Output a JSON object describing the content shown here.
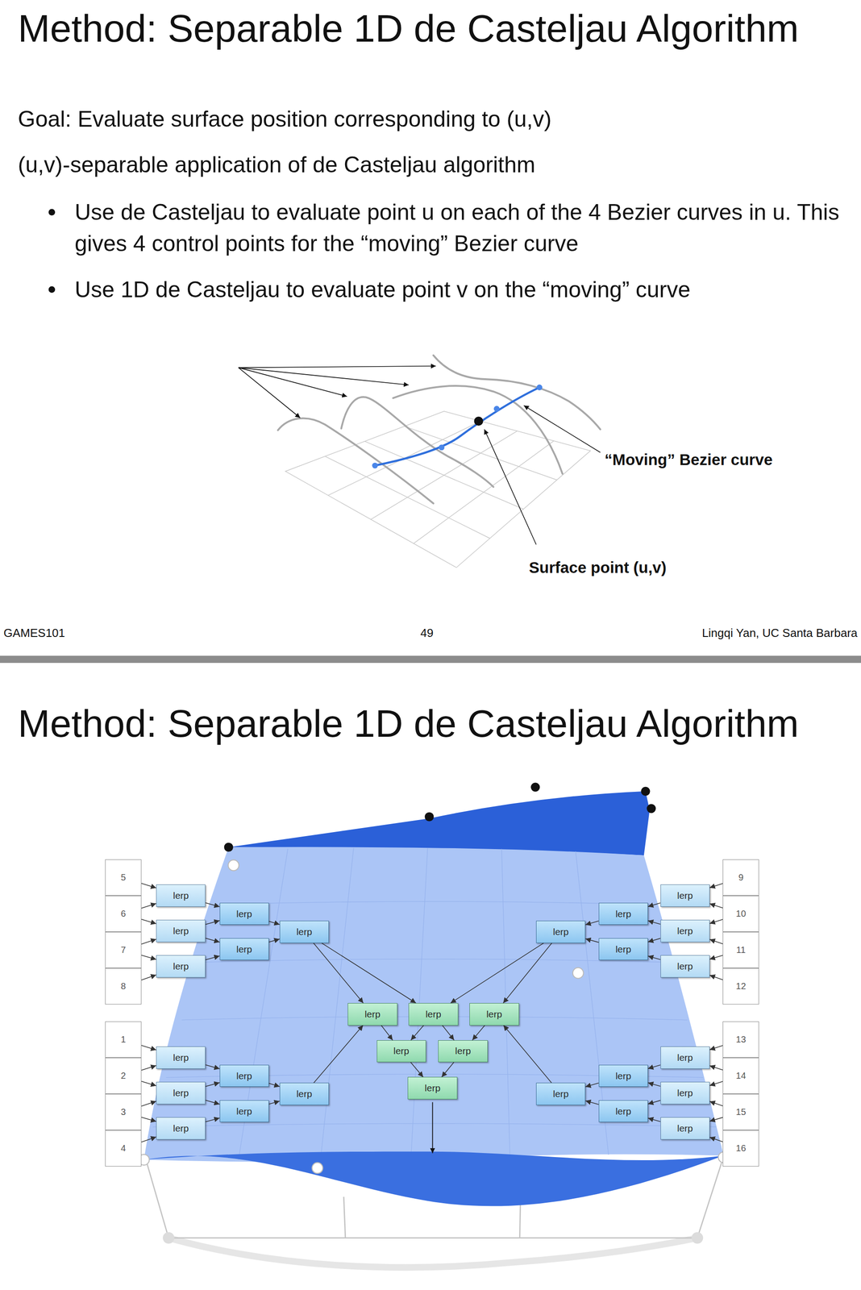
{
  "diagram": {
    "title": "Method: Separable 1D de Casteljau Algorithm",
    "nodes": [
      {
        "text": [
          "5"
        ]
      },
      {
        "text": [
          "6"
        ]
      },
      {
        "text": [
          "7"
        ]
      },
      {
        "text": [
          "8"
        ]
      },
      {
        "text": [
          "lerp"
        ]
      },
      {
        "text": [
          "lerp"
        ]
      },
      {
        "text": [
          "lerp"
        ]
      },
      {
        "text": [
          "lerp"
        ]
      },
      {
        "text": [
          "lerp"
        ]
      },
      {
        "text": [
          "lerp"
        ]
      },
      {
        "text": [
          "9"
        ]
      },
      {
        "text": [
          "10"
        ]
      },
      {
        "text": [
          "11"
        ]
      },
      {
        "text": [
          "12"
        ]
      },
      {
        "text": [
          "lerp"
        ]
      },
      {
        "text": [
          "lerp"
        ]
      },
      {
        "text": [
          "lerp"
        ]
      },
      {
        "text": [
          "lerp"
        ]
      },
      {
        "text": [
          "lerp"
        ]
      },
      {
        "text": [
          "lerp"
        ]
      },
      {
        "text": [
          "lerp"
        ]
      },
      {
        "text": [
          "lerp"
        ]
      },
      {
        "text": [
          "lerp"
        ]
      },
      {
        "text": [
          "lerp"
        ]
      },
      {
        "text": [
          "lerp"
        ]
      },
      {
        "text": [
          "lerp"
        ]
      },
      {
        "text": [
          "1"
        ]
      },
      {
        "text": [
          "2"
        ]
      },
      {
        "text": [
          "3"
        ]
      },
      {
        "text": [
          "4"
        ]
      },
      {
        "text": [
          "lerp"
        ]
      },
      {
        "text": [
          "lerp"
        ]
      },
      {
        "text": [
          "lerp"
        ]
      },
      {
        "text": [
          "lerp"
        ]
      },
      {
        "text": [
          "lerp"
        ]
      },
      {
        "text": [
          "lerp"
        ]
      },
      {
        "text": [
          "13"
        ]
      },
      {
        "text": [
          "14"
        ]
      },
      {
        "text": [
          "15"
        ]
      },
      {
        "text": [
          "16"
        ]
      },
      {
        "text": [
          "lerp"
        ]
      },
      {
        "text": [
          "lerp"
        ]
      },
      {
        "text": [
          "lerp"
        ]
      },
      {
        "text": [
          "lerp"
        ]
      },
      {
        "text": [
          "lerp"
        ]
      },
      {
        "text": [
          "lerp"
        ]
      }
    ],
    "edges": [
      {
        "from": 0,
        "to": 4,
        "arrow": "to"
      },
      {
        "from": 1,
        "to": 4,
        "arrow": "to"
      },
      {
        "from": 1,
        "to": 5,
        "arrow": "to"
      },
      {
        "from": 2,
        "to": 5,
        "arrow": "to"
      },
      {
        "from": 2,
        "to": 6,
        "arrow": "to"
      },
      {
        "from": 3,
        "to": 6,
        "arrow": "to"
      },
      {
        "from": 4,
        "to": 7,
        "arrow": "to"
      },
      {
        "from": 5,
        "to": 7,
        "arrow": "to"
      },
      {
        "from": 5,
        "to": 8,
        "arrow": "to"
      },
      {
        "from": 6,
        "to": 8,
        "arrow": "to"
      },
      {
        "from": 7,
        "to": 9,
        "arrow": "to"
      },
      {
        "from": 8,
        "to": 9,
        "arrow": "to"
      },
      {
        "from": 10,
        "to": 14,
        "arrow": "to"
      },
      {
        "from": 11,
        "to": 14,
        "arrow": "to"
      },
      {
        "from": 11,
        "to": 15,
        "arrow": "to"
      },
      {
        "from": 12,
        "to": 15,
        "arrow": "to"
      },
      {
        "from": 12,
        "to": 16,
        "arrow": "to"
      },
      {
        "from": 13,
        "to": 16,
        "arrow": "to"
      },
      {
        "from": 14,
        "to": 17,
        "arrow": "to"
      },
      {
        "from": 15,
        "to": 17,
        "arrow": "to"
      },
      {
        "from": 15,
        "to": 18,
        "arrow": "to"
      },
      {
        "from": 16,
        "to": 18,
        "arrow": "to"
      },
      {
        "from": 17,
        "to": 19,
        "arrow": "to"
      },
      {
        "from": 18,
        "to": 19,
        "arrow": "to"
      },
      {
        "from": 35,
        "to": 20,
        "arrow": "to"
      },
      {
        "from": 9,
        "to": 20,
        "arrow": "to"
      },
      {
        "from": 9,
        "to": 21,
        "arrow": "to"
      },
      {
        "from": 19,
        "to": 21,
        "arrow": "to"
      },
      {
        "from": 19,
        "to": 22,
        "arrow": "to"
      },
      {
        "from": 45,
        "to": 22,
        "arrow": "to"
      },
      {
        "from": 20,
        "to": 23,
        "arrow": "to"
      },
      {
        "from": 21,
        "to": 23,
        "arrow": "to"
      },
      {
        "from": 21,
        "to": 24,
        "arrow": "to"
      },
      {
        "from": 22,
        "to": 24,
        "arrow": "to"
      },
      {
        "from": 23,
        "to": 25,
        "arrow": "to"
      },
      {
        "from": 24,
        "to": 25,
        "arrow": "to"
      },
      {
        "from": 26,
        "to": 30,
        "arrow": "to"
      },
      {
        "from": 27,
        "to": 30,
        "arrow": "to"
      },
      {
        "from": 27,
        "to": 31,
        "arrow": "to"
      },
      {
        "from": 28,
        "to": 31,
        "arrow": "to"
      },
      {
        "from": 28,
        "to": 32,
        "arrow": "to"
      },
      {
        "from": 29,
        "to": 32,
        "arrow": "to"
      },
      {
        "from": 30,
        "to": 33,
        "arrow": "to"
      },
      {
        "from": 31,
        "to": 33,
        "arrow": "to"
      },
      {
        "from": 31,
        "to": 34,
        "arrow": "to"
      },
      {
        "from": 32,
        "to": 34,
        "arrow": "to"
      },
      {
        "from": 33,
        "to": 35,
        "arrow": "to"
      },
      {
        "from": 34,
        "to": 35,
        "arrow": "to"
      },
      {
        "from": 36,
        "to": 40,
        "arrow": "to"
      },
      {
        "from": 37,
        "to": 40,
        "arrow": "to"
      },
      {
        "from": 37,
        "to": 41,
        "arrow": "to"
      },
      {
        "from": 38,
        "to": 41,
        "arrow": "to"
      },
      {
        "from": 38,
        "to": 42,
        "arrow": "to"
      },
      {
        "from": 39,
        "to": 42,
        "arrow": "to"
      },
      {
        "from": 40,
        "to": 43,
        "arrow": "to"
      },
      {
        "from": 41,
        "to": 43,
        "arrow": "to"
      },
      {
        "from": 41,
        "to": 44,
        "arrow": "to"
      },
      {
        "from": 42,
        "to": 44,
        "arrow": "to"
      },
      {
        "from": 43,
        "to": 45,
        "arrow": "to"
      },
      {
        "from": 44,
        "to": 45,
        "arrow": "to"
      }
    ],
    "labels": [
      "Goal: Evaluate surface position corresponding to (u,v)",
      "(u,v)-separable application of de Casteljau algorithm",
      "Use de Casteljau to evaluate point u on each of the 4 Bezier curves in u. This gives 4 control points for the “moving” Bezier curve",
      "Use 1D de Casteljau to evaluate point v on the “moving” curve",
      "“Moving” Bezier curve",
      "Surface point (u,v)",
      "GAMES101",
      "49",
      "Lingqi Yan, UC Santa Barbara",
      "Method: Separable 1D de Casteljau Algorithm"
    ]
  }
}
